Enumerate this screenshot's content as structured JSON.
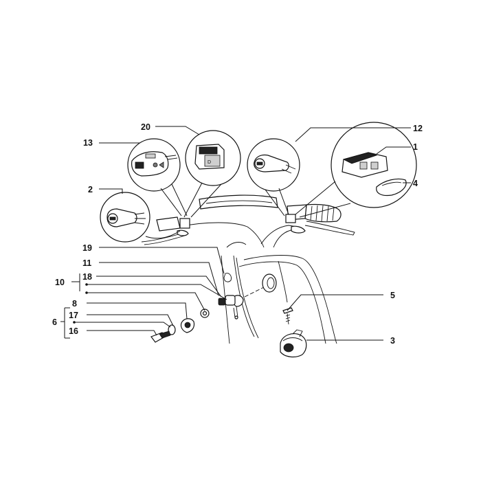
{
  "callouts": {
    "c1": "1",
    "c2": "2",
    "c3": "3",
    "c4": "4",
    "c5": "5",
    "c6": "6",
    "c8": "8",
    "c10": "10",
    "c11": "11",
    "c12": "12",
    "c13": "13",
    "c16": "16",
    "c17": "17",
    "c18": "18",
    "c19": "19",
    "c20": "20"
  }
}
